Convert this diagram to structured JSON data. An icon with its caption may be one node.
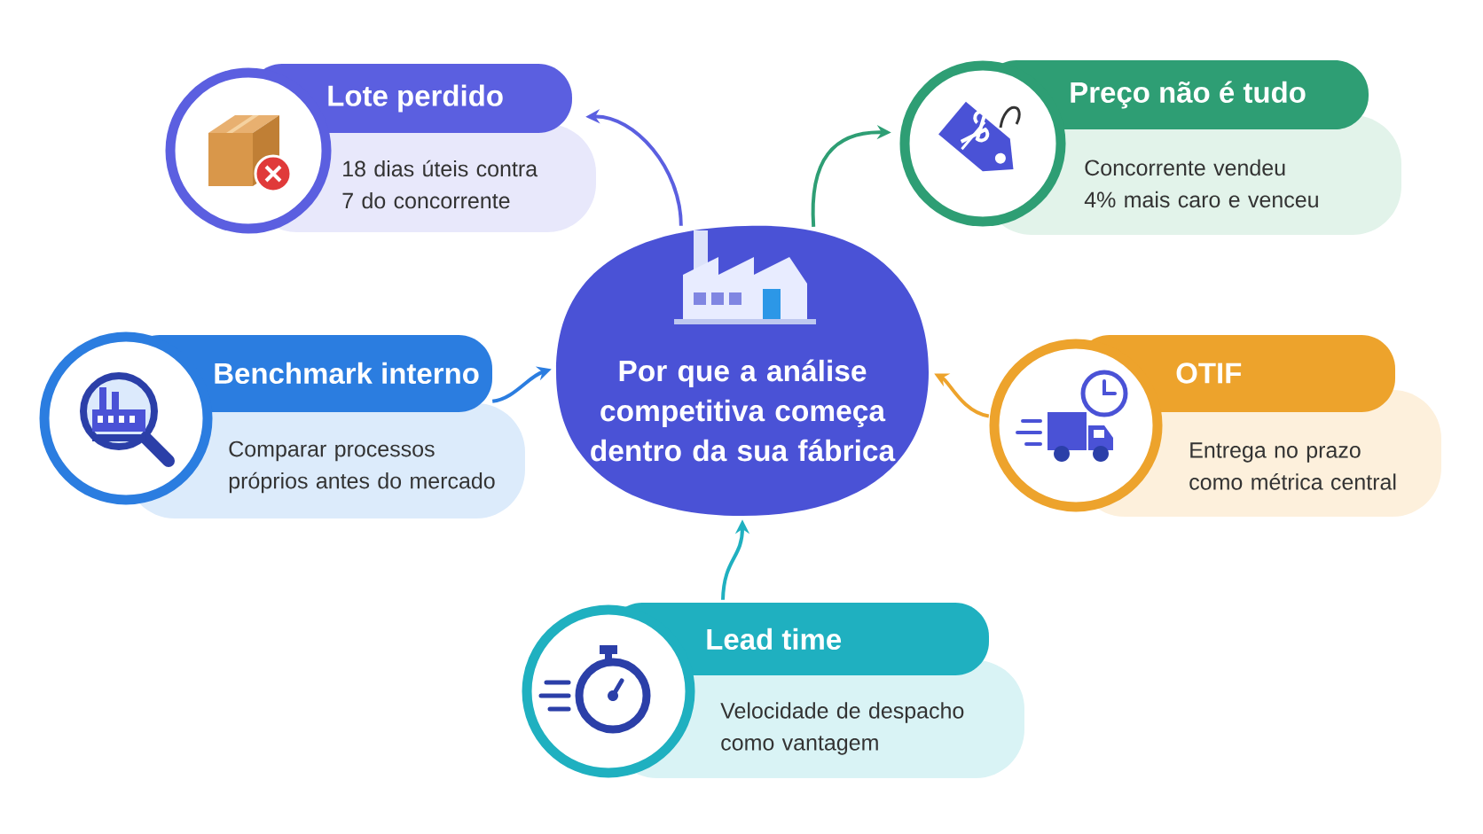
{
  "diagram": {
    "nodes": [
      {
        "text": [
          "Por que a análise competitiva começa dentro da sua fábrica"
        ]
      },
      {
        "text": [
          "Lote perdido",
          "18 dias úteis contra 7 do concorrente"
        ]
      },
      {
        "text": [
          "Preço não é tudo",
          "Concorrente vendeu 4% mais caro e venceu"
        ]
      },
      {
        "text": [
          "Benchmark interno",
          "Comparar processos próprios antes do mercado"
        ]
      },
      {
        "text": [
          "OTIF",
          "Entrega no prazo como métrica central"
        ]
      },
      {
        "text": [
          "Lead time",
          "Velocidade de despacho como vantagem"
        ]
      }
    ],
    "edges": [
      {
        "from": 0,
        "to": 1,
        "arrow": "to",
        "color": "#5b5fe0"
      },
      {
        "from": 0,
        "to": 2,
        "arrow": "to",
        "color": "#2e9e74"
      },
      {
        "from": 3,
        "to": 0,
        "arrow": "to",
        "color": "#2b7de0"
      },
      {
        "from": 4,
        "to": 0,
        "arrow": "to",
        "color": "#eda32c"
      },
      {
        "from": 5,
        "to": 0,
        "arrow": "to",
        "color": "#1fb0c0"
      }
    ]
  }
}
